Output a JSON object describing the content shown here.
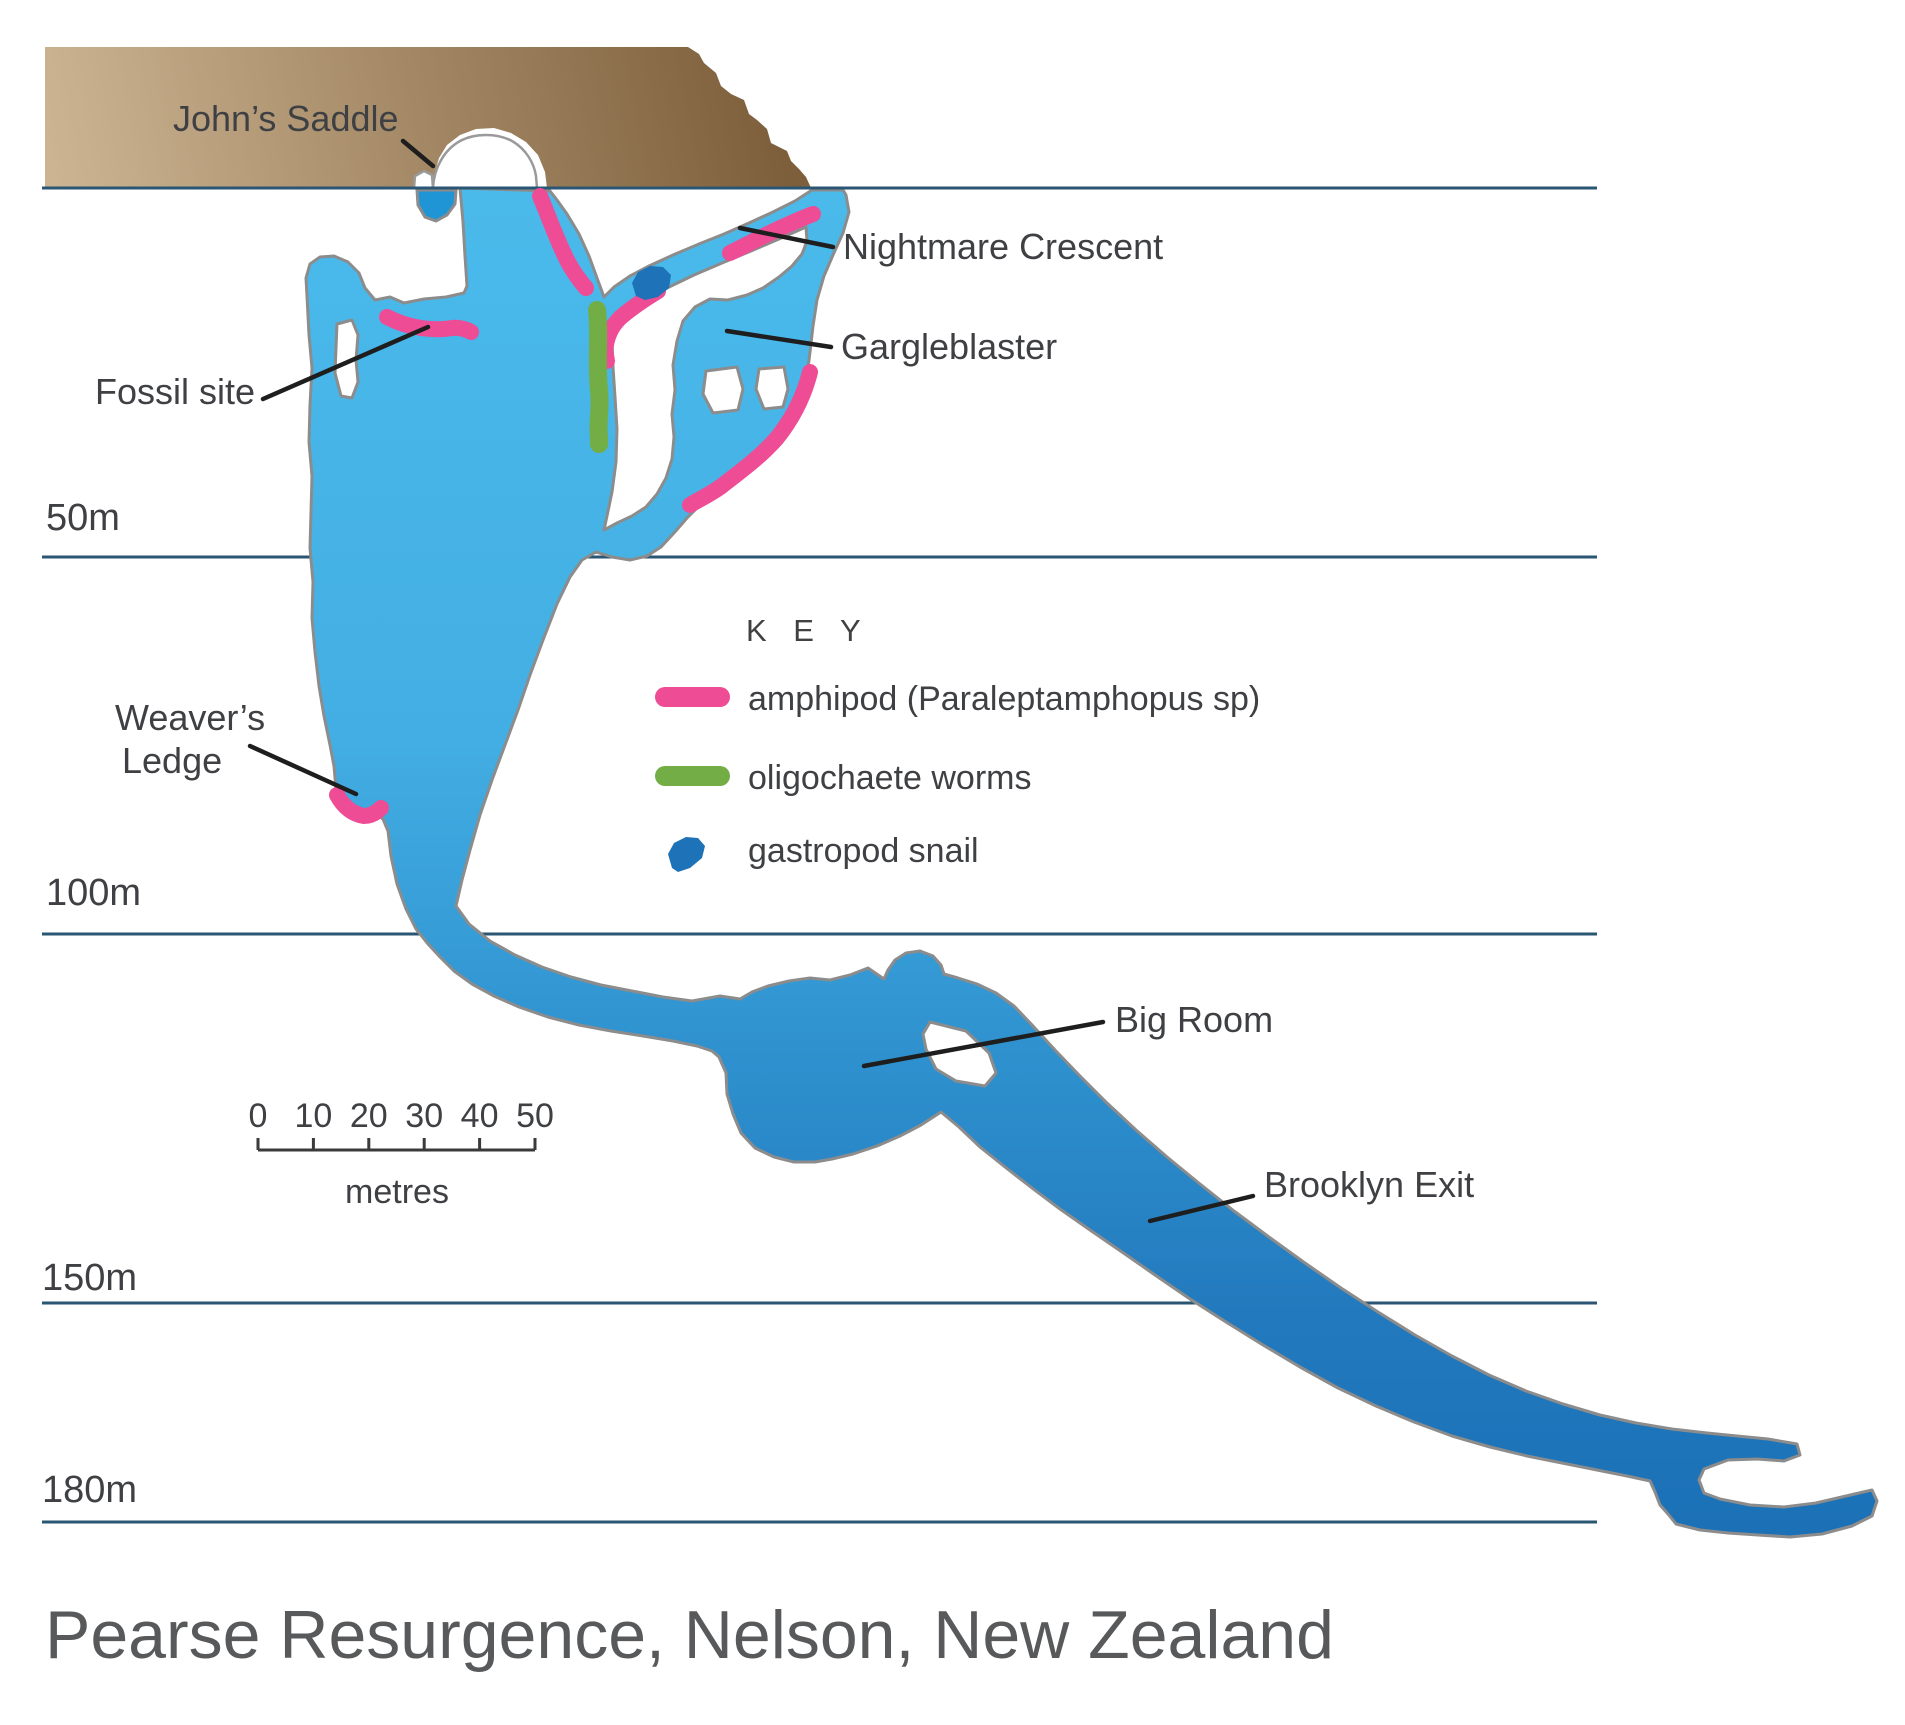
{
  "title": "Pearse Resurgence, Nelson, New Zealand",
  "labels": {
    "johns_saddle": "John’s Saddle",
    "nightmare_crescent": "Nightmare Crescent",
    "gargleblaster": "Gargleblaster",
    "fossil_site": "Fossil site",
    "weavers_ledge_line1": "Weaver’s",
    "weavers_ledge_line2": "Ledge",
    "big_room": "Big Room",
    "brooklyn_exit": "Brooklyn Exit"
  },
  "depth_markers": {
    "d50": "50m",
    "d100": "100m",
    "d150": "150m",
    "d180": "180m"
  },
  "key": {
    "heading": "K E Y",
    "items": [
      {
        "swatch": "pink-line",
        "label": "amphipod (Paraleptamphopus sp)"
      },
      {
        "swatch": "green-line",
        "label": "oligochaete worms"
      },
      {
        "swatch": "blue-blob",
        "label": "gastropod snail"
      }
    ]
  },
  "scale_bar": {
    "ticks": [
      "0",
      "10",
      "20",
      "30",
      "40",
      "50"
    ],
    "unit": "metres"
  },
  "colors": {
    "amphipod_pink": "#ef4c96",
    "oligochaete_green": "#72ad45",
    "gastropod_blue": "#1d72b8",
    "cave_shallow": "#4abaeb",
    "cave_deep": "#1a6fb5",
    "terrain_dark": "#7e5f3b",
    "terrain_light": "#cdb593",
    "depthline_navy": "#2a5674"
  }
}
